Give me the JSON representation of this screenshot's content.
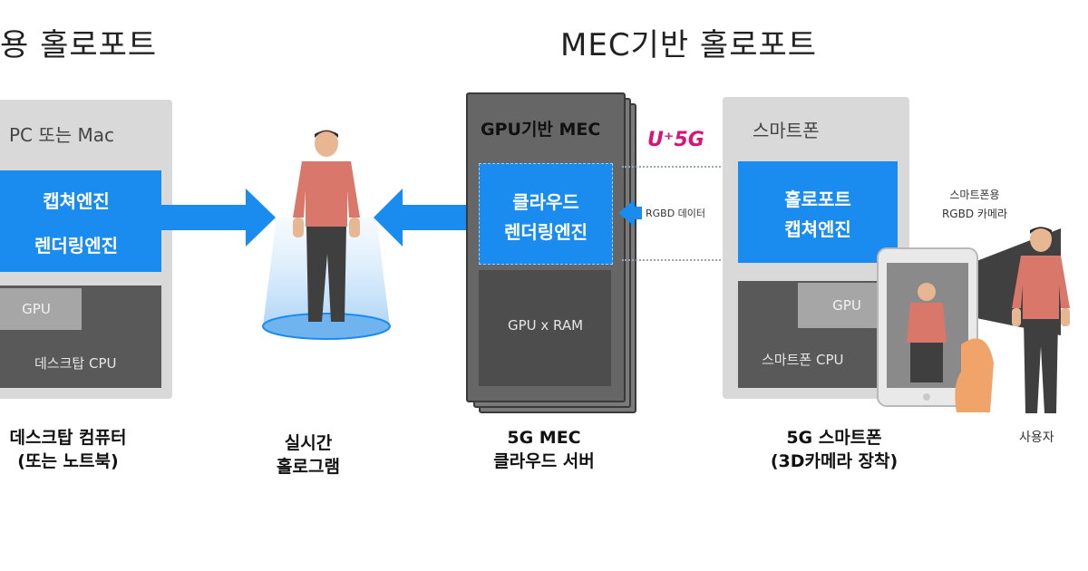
{
  "titles": {
    "left": "용 홀로포트",
    "right": "MEC기반 홀로포트"
  },
  "desktop": {
    "panel_label": "PC 또는 Mac",
    "engine_line1": "캡쳐엔진",
    "engine_line2": "렌더링엔진",
    "gpu_label": "GPU",
    "cpu_label": "데스크탑 CPU",
    "caption_line1": "데스크탑 컴퓨터",
    "caption_line2": "(또는 노트북)"
  },
  "hologram": {
    "caption_line1": "실시간",
    "caption_line2": "홀로그램"
  },
  "mec": {
    "header": "GPU기반 MEC",
    "engine_line1": "클라우드",
    "engine_line2": "렌더링엔진",
    "ram_label": "GPU x RAM",
    "caption_line1": "5G MEC",
    "caption_line2": "클라우드 서버"
  },
  "network": {
    "brand": "U⁺5G",
    "data_label": "RGBD 데이터"
  },
  "smartphone": {
    "panel_label": "스마트폰",
    "engine_line1": "홀로포트",
    "engine_line2": "캡쳐엔진",
    "gpu_label": "GPU",
    "cpu_label": "스마트폰 CPU",
    "camera_line1": "스마트폰용",
    "camera_line2": "RGBD 카메라",
    "caption_line1": "5G 스마트폰",
    "caption_line2": "(3D카메라 장착)"
  },
  "user": {
    "caption": "사용자"
  },
  "colors": {
    "accent_blue": "#1a8cf0",
    "brand_magenta": "#d6157a",
    "panel_gray": "#d9d9d9",
    "dark_gray": "#595959",
    "shirt_red": "#d9776b"
  }
}
